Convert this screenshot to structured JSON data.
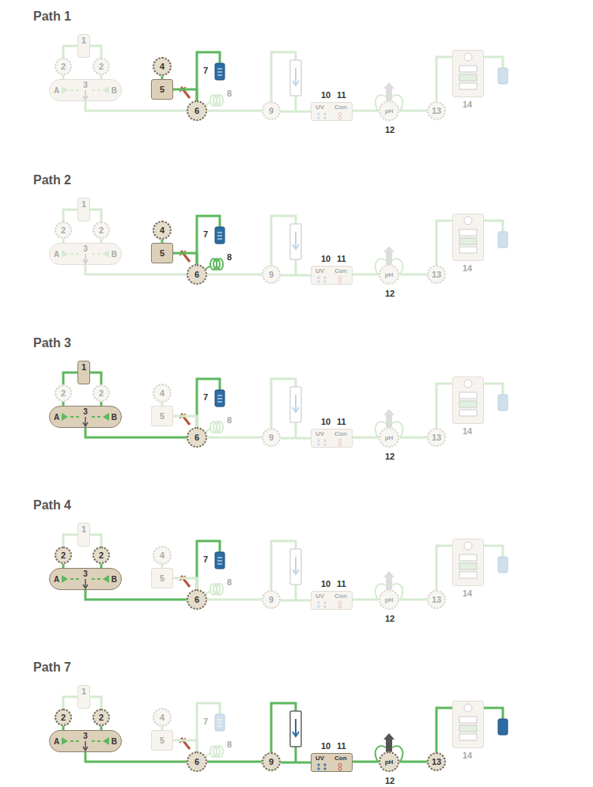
{
  "diagram": {
    "nodes": [
      {
        "text": [
          "1"
        ]
      },
      {
        "text": [
          "2"
        ]
      },
      {
        "text": [
          "2"
        ]
      },
      {
        "text": [
          "A",
          "3",
          "B"
        ]
      },
      {
        "text": [
          "4"
        ]
      },
      {
        "text": [
          "5"
        ]
      },
      {
        "text": [
          "6"
        ]
      },
      {
        "text": [
          "9"
        ]
      },
      {
        "text": [
          "10",
          "11",
          "UV",
          "Con"
        ]
      },
      {
        "text": [
          "pH",
          "12"
        ]
      },
      {
        "text": [
          "13"
        ]
      },
      {
        "text": [
          "14"
        ]
      },
      {
        "text": [
          "1"
        ]
      },
      {
        "text": [
          "2"
        ]
      },
      {
        "text": [
          "2"
        ]
      },
      {
        "text": [
          "A",
          "3",
          "B"
        ]
      },
      {
        "text": [
          "4"
        ]
      },
      {
        "text": [
          "5"
        ]
      },
      {
        "text": [
          "6"
        ]
      },
      {
        "text": [
          "9"
        ]
      },
      {
        "text": [
          "10",
          "11",
          "UV",
          "Con"
        ]
      },
      {
        "text": [
          "pH",
          "12"
        ]
      },
      {
        "text": [
          "13"
        ]
      },
      {
        "text": [
          "14"
        ]
      },
      {
        "text": [
          "1"
        ]
      },
      {
        "text": [
          "2"
        ]
      },
      {
        "text": [
          "2"
        ]
      },
      {
        "text": [
          "A",
          "3",
          "B"
        ]
      },
      {
        "text": [
          "4"
        ]
      },
      {
        "text": [
          "5"
        ]
      },
      {
        "text": [
          "6"
        ]
      },
      {
        "text": [
          "9"
        ]
      },
      {
        "text": [
          "10",
          "11",
          "UV",
          "Con"
        ]
      },
      {
        "text": [
          "pH",
          "12"
        ]
      },
      {
        "text": [
          "13"
        ]
      },
      {
        "text": [
          "14"
        ]
      },
      {
        "text": [
          "1"
        ]
      },
      {
        "text": [
          "2"
        ]
      },
      {
        "text": [
          "2"
        ]
      },
      {
        "text": [
          "A",
          "3",
          "B"
        ]
      },
      {
        "text": [
          "4"
        ]
      },
      {
        "text": [
          "5"
        ]
      },
      {
        "text": [
          "6"
        ]
      },
      {
        "text": [
          "9"
        ]
      },
      {
        "text": [
          "10",
          "11",
          "UV",
          "Con"
        ]
      },
      {
        "text": [
          "pH",
          "12"
        ]
      },
      {
        "text": [
          "13"
        ]
      },
      {
        "text": [
          "14"
        ]
      },
      {
        "text": [
          "1"
        ]
      },
      {
        "text": [
          "2"
        ]
      },
      {
        "text": [
          "2"
        ]
      },
      {
        "text": [
          "A",
          "3",
          "B"
        ]
      },
      {
        "text": [
          "4"
        ]
      },
      {
        "text": [
          "5"
        ]
      },
      {
        "text": [
          "6"
        ]
      },
      {
        "text": [
          "9"
        ]
      },
      {
        "text": [
          "10",
          "11",
          "UV",
          "Con"
        ]
      },
      {
        "text": [
          "pH",
          "12"
        ]
      },
      {
        "text": [
          "13"
        ]
      },
      {
        "text": [
          "14"
        ]
      }
    ],
    "edges": [
      {
        "from": 0,
        "to": 1,
        "arrow": "none"
      },
      {
        "from": 0,
        "to": 2,
        "arrow": "none"
      },
      {
        "from": 1,
        "to": 3,
        "arrow": "none"
      },
      {
        "from": 2,
        "to": 3,
        "arrow": "none"
      },
      {
        "from": 3,
        "to": 6,
        "arrow": "none"
      },
      {
        "from": 4,
        "to": 5,
        "arrow": "none"
      },
      {
        "from": 5,
        "to": 6,
        "arrow": "none"
      },
      {
        "from": 6,
        "to": 7,
        "arrow": "none"
      },
      {
        "from": 7,
        "to": 8,
        "arrow": "none"
      },
      {
        "from": 8,
        "to": 9,
        "arrow": "none"
      },
      {
        "from": 9,
        "to": 10,
        "arrow": "none"
      },
      {
        "from": 10,
        "to": 11,
        "arrow": "none"
      },
      {
        "from": 12,
        "to": 13,
        "arrow": "none"
      },
      {
        "from": 12,
        "to": 14,
        "arrow": "none"
      },
      {
        "from": 13,
        "to": 15,
        "arrow": "none"
      },
      {
        "from": 14,
        "to": 15,
        "arrow": "none"
      },
      {
        "from": 15,
        "to": 18,
        "arrow": "none"
      },
      {
        "from": 16,
        "to": 17,
        "arrow": "none"
      },
      {
        "from": 17,
        "to": 18,
        "arrow": "none"
      },
      {
        "from": 18,
        "to": 19,
        "arrow": "none"
      },
      {
        "from": 19,
        "to": 20,
        "arrow": "none"
      },
      {
        "from": 20,
        "to": 21,
        "arrow": "none"
      },
      {
        "from": 21,
        "to": 22,
        "arrow": "none"
      },
      {
        "from": 22,
        "to": 23,
        "arrow": "none"
      },
      {
        "from": 24,
        "to": 25,
        "arrow": "none"
      },
      {
        "from": 24,
        "to": 26,
        "arrow": "none"
      },
      {
        "from": 25,
        "to": 27,
        "arrow": "none"
      },
      {
        "from": 26,
        "to": 27,
        "arrow": "none"
      },
      {
        "from": 27,
        "to": 30,
        "arrow": "none"
      },
      {
        "from": 28,
        "to": 29,
        "arrow": "none"
      },
      {
        "from": 29,
        "to": 30,
        "arrow": "none"
      },
      {
        "from": 30,
        "to": 31,
        "arrow": "none"
      },
      {
        "from": 31,
        "to": 32,
        "arrow": "none"
      },
      {
        "from": 32,
        "to": 33,
        "arrow": "none"
      },
      {
        "from": 33,
        "to": 34,
        "arrow": "none"
      },
      {
        "from": 34,
        "to": 35,
        "arrow": "none"
      },
      {
        "from": 36,
        "to": 37,
        "arrow": "none"
      },
      {
        "from": 36,
        "to": 38,
        "arrow": "none"
      },
      {
        "from": 37,
        "to": 39,
        "arrow": "none"
      },
      {
        "from": 38,
        "to": 39,
        "arrow": "none"
      },
      {
        "from": 39,
        "to": 42,
        "arrow": "none"
      },
      {
        "from": 40,
        "to": 41,
        "arrow": "none"
      },
      {
        "from": 41,
        "to": 42,
        "arrow": "none"
      },
      {
        "from": 42,
        "to": 43,
        "arrow": "none"
      },
      {
        "from": 43,
        "to": 44,
        "arrow": "none"
      },
      {
        "from": 44,
        "to": 45,
        "arrow": "none"
      },
      {
        "from": 45,
        "to": 46,
        "arrow": "none"
      },
      {
        "from": 46,
        "to": 47,
        "arrow": "none"
      },
      {
        "from": 48,
        "to": 49,
        "arrow": "none"
      },
      {
        "from": 48,
        "to": 50,
        "arrow": "none"
      },
      {
        "from": 49,
        "to": 51,
        "arrow": "none"
      },
      {
        "from": 50,
        "to": 51,
        "arrow": "none"
      },
      {
        "from": 51,
        "to": 54,
        "arrow": "none"
      },
      {
        "from": 52,
        "to": 53,
        "arrow": "none"
      },
      {
        "from": 53,
        "to": 54,
        "arrow": "none"
      },
      {
        "from": 54,
        "to": 55,
        "arrow": "none"
      },
      {
        "from": 55,
        "to": 56,
        "arrow": "none"
      },
      {
        "from": 56,
        "to": 57,
        "arrow": "none"
      },
      {
        "from": 57,
        "to": 58,
        "arrow": "none"
      },
      {
        "from": 58,
        "to": 59,
        "arrow": "none"
      }
    ],
    "labels": [
      "Path 1",
      "7",
      "8",
      "Path 2",
      "7",
      "8",
      "Path 3",
      "7",
      "8",
      "Path 4",
      "7",
      "8",
      "Path 7",
      "7",
      "8"
    ]
  }
}
